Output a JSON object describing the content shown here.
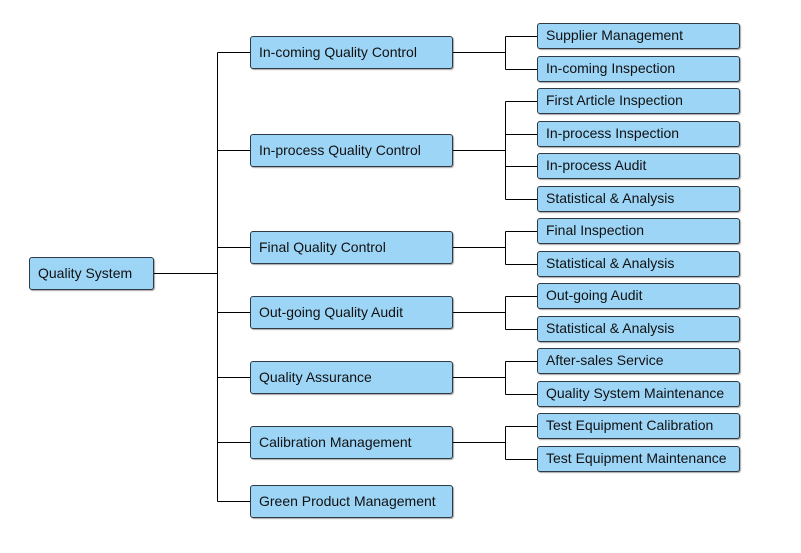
{
  "root": {
    "label": "Quality System"
  },
  "categories": [
    {
      "label": "In-coming Quality Control",
      "children": [
        "Supplier Management",
        "In-coming Inspection"
      ]
    },
    {
      "label": "In-process Quality Control",
      "children": [
        "First Article Inspection",
        "In-process Inspection",
        "In-process Audit",
        "Statistical & Analysis"
      ]
    },
    {
      "label": "Final Quality Control",
      "children": [
        "Final Inspection",
        "Statistical & Analysis"
      ]
    },
    {
      "label": "Out-going Quality Audit",
      "children": [
        "Out-going Audit",
        "Statistical & Analysis"
      ]
    },
    {
      "label": "Quality Assurance",
      "children": [
        "After-sales Service",
        "Quality System Maintenance"
      ]
    },
    {
      "label": "Calibration Management",
      "children": [
        "Test Equipment Calibration",
        "Test Equipment Maintenance"
      ]
    },
    {
      "label": "Green Product Management",
      "children": []
    }
  ],
  "colors": {
    "node_fill": "#9dd5f7",
    "node_border": "#2f3a44",
    "connector": "#000000"
  }
}
